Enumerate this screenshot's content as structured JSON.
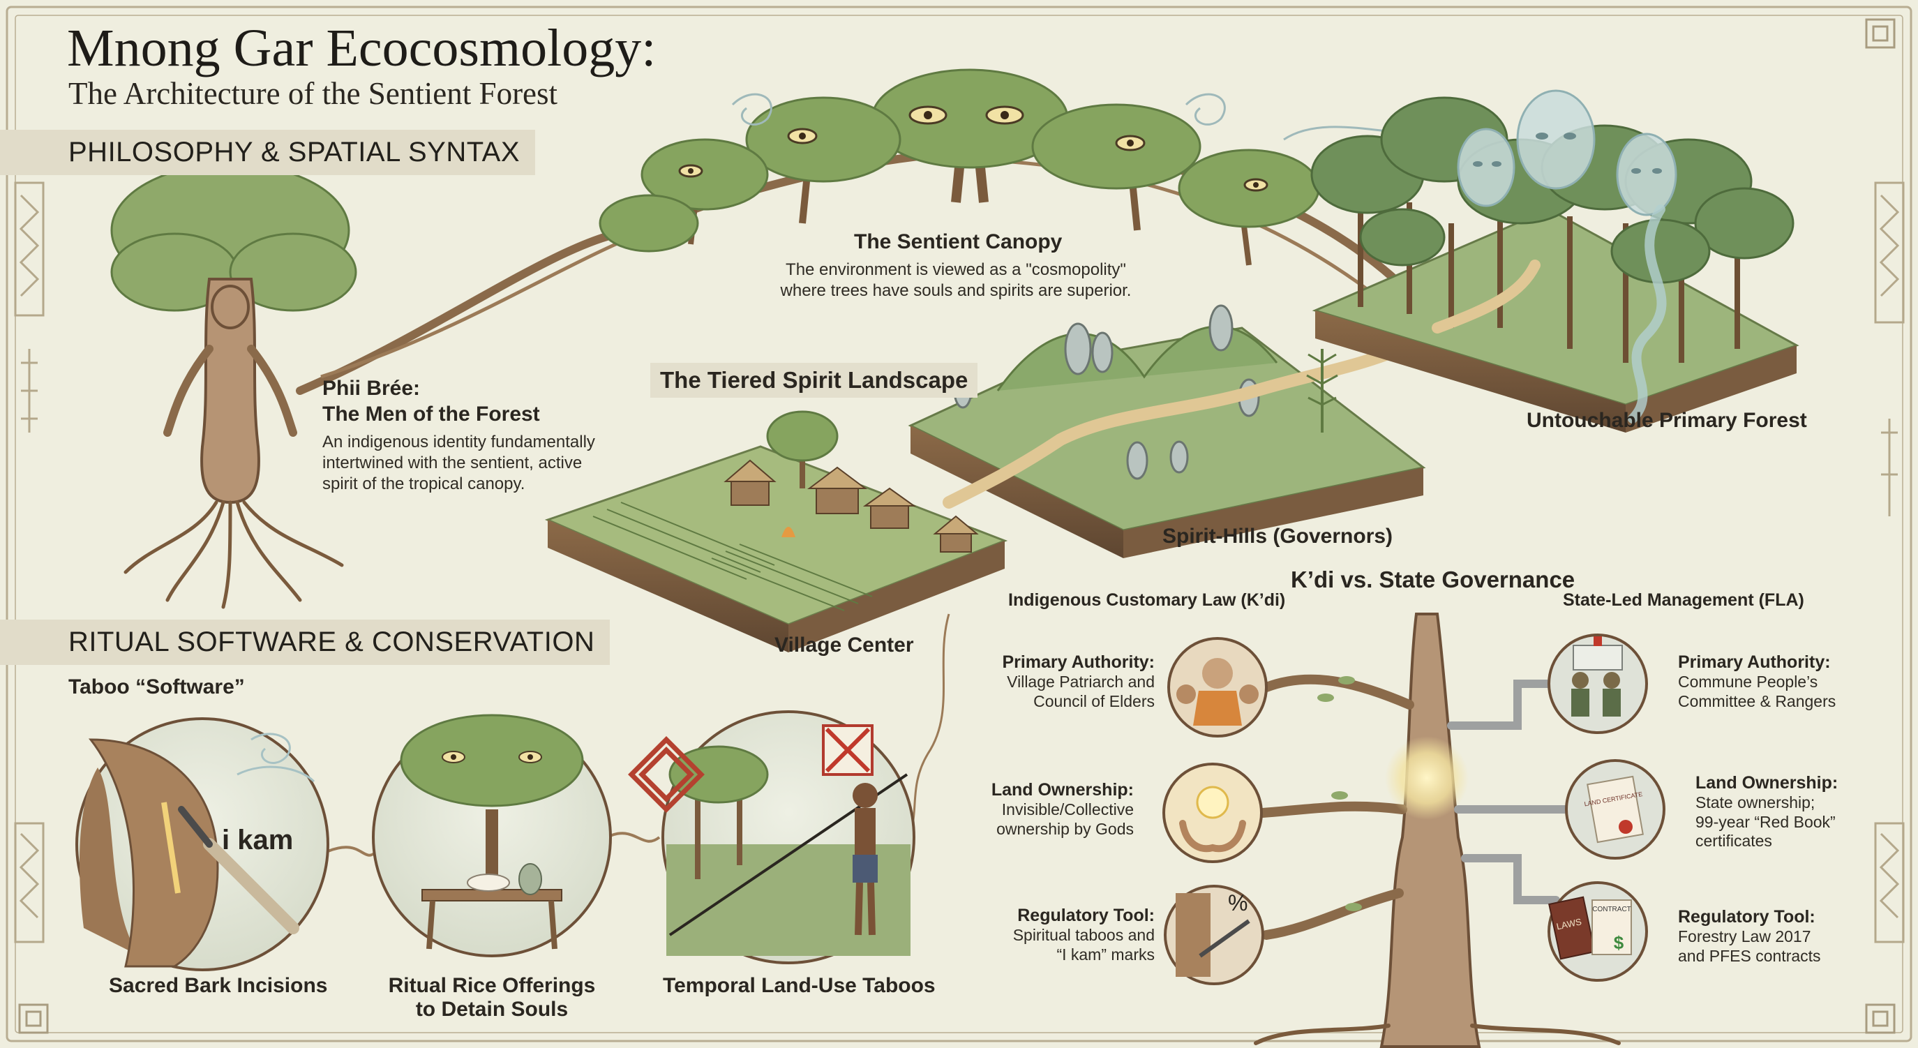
{
  "title": "Mnong Gar Ecocosmology:",
  "subtitle": "The Architecture of the Sentient Forest",
  "sections": {
    "philosophy": "PHILOSOPHY & SPATIAL SYNTAX",
    "ritual": "RITUAL SOFTWARE & CONSERVATION"
  },
  "phii_bree": {
    "heading1": "Phii Brée:",
    "heading2": "The Men of the Forest",
    "text": [
      "An indigenous identity fundamentally",
      "intertwined with the sentient, active",
      "spirit of the tropical canopy."
    ]
  },
  "canopy": {
    "heading": "The Sentient Canopy",
    "text": [
      "The environment is viewed as a \"cosmopolity\"",
      "where trees have souls and spirits are superior."
    ]
  },
  "landscape": {
    "tag": "The Tiered Spirit Landscape",
    "village": "Village Center",
    "hills": "Spirit-Hills (Governors)",
    "forest": "Untouchable Primary Forest"
  },
  "taboo": {
    "heading": "Taboo “Software”",
    "bark_mark": "i kam",
    "items": [
      "Sacred Bark Incisions",
      "Ritual Rice Offerings",
      "to Detain Souls",
      "Temporal Land-Use Taboos"
    ]
  },
  "governance": {
    "title": "K’di vs. State Governance",
    "left_header": "Indigenous Customary Law (K’di)",
    "right_header": "State-Led Management (FLA)",
    "left": [
      {
        "title": "Primary Authority:",
        "lines": [
          "Village Patriarch and",
          "Council of Elders"
        ]
      },
      {
        "title": "Land Ownership:",
        "lines": [
          "Invisible/Collective",
          "ownership by Gods"
        ]
      },
      {
        "title": "Regulatory Tool:",
        "lines": [
          "Spiritual taboos and",
          "“I kam” marks"
        ]
      }
    ],
    "right": [
      {
        "title": "Primary Authority:",
        "lines": [
          "Commune People’s",
          "Committee & Rangers"
        ]
      },
      {
        "title": "Land Ownership:",
        "lines": [
          "State ownership;",
          "99-year “Red Book”",
          "certificates"
        ]
      },
      {
        "title": "Regulatory Tool:",
        "lines": [
          "Forestry Law 2017",
          "and PFES contracts"
        ]
      }
    ],
    "icon_text": {
      "laws_book": "LAWS",
      "contract": "CONTRACT",
      "certificate": "LAND CERTIFICATE",
      "percent": "%",
      "dollar": "$"
    }
  },
  "colors": {
    "background": "#efeedf",
    "band": "#e1dcc9",
    "bark": "#8a6a4a",
    "leaf": "#7d9b5a",
    "spirit": "#a9c6c9"
  }
}
